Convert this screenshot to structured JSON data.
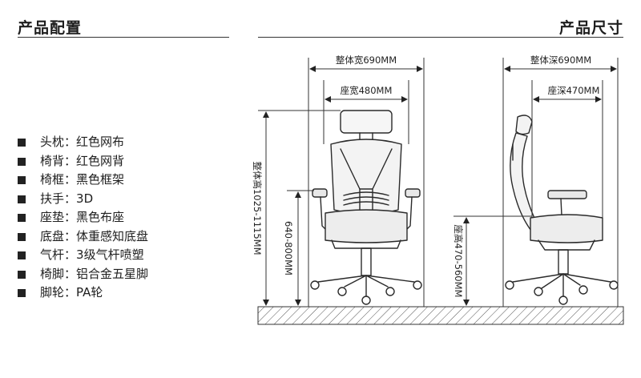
{
  "left_title": "产品配置",
  "right_title": "产品尺寸",
  "specs": [
    {
      "key": "头枕",
      "value": "红色网布"
    },
    {
      "key": "椅背",
      "value": "红色网背"
    },
    {
      "key": "椅框",
      "value": "黑色框架"
    },
    {
      "key": "扶手",
      "value": "3D"
    },
    {
      "key": "座垫",
      "value": "黑色布座"
    },
    {
      "key": "底盘",
      "value": "体重感知底盘"
    },
    {
      "key": "气杆",
      "value": "3级气杆喷塑"
    },
    {
      "key": "椅脚",
      "value": "铝合金五星脚"
    },
    {
      "key": "脚轮",
      "value": "PA轮"
    }
  ],
  "dimensions": {
    "front_overall_width": "整体宽690MM",
    "front_seat_width": "座宽480MM",
    "overall_height": "整体高1025-1115MM",
    "armrest_height": "640-800MM",
    "side_overall_depth": "整体深690MM",
    "side_seat_depth": "座深470MM",
    "seat_height": "座高470-560MM"
  }
}
